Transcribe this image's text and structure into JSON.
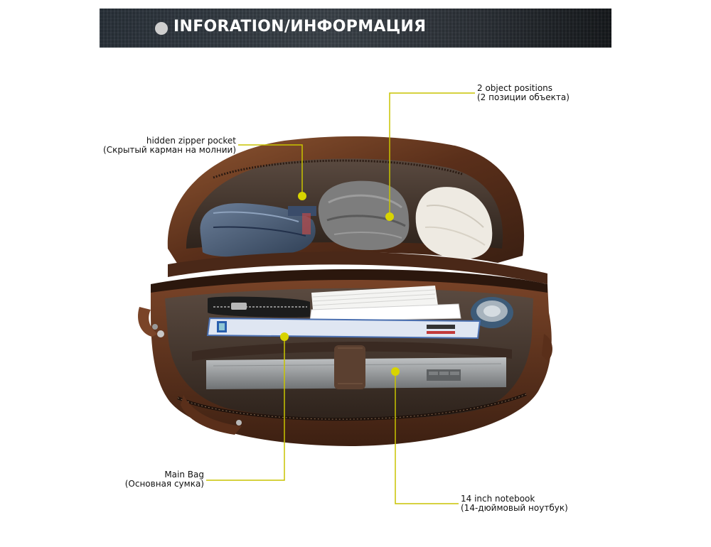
{
  "header": {
    "title": "INFORATION/ИНФОРМАЦИЯ"
  },
  "callouts": {
    "object_positions": {
      "line1": "2 object positions",
      "line2": "(2 позиции объекта)"
    },
    "hidden_pocket": {
      "line1": "hidden zipper pocket",
      "line2": "(Скрытый карман на молнии)"
    },
    "main_bag": {
      "line1": "Main Bag",
      "line2": "(Основная сумка)"
    },
    "notebook": {
      "line1": "14 inch notebook",
      "line2": "(14-дюймовый ноутбук)"
    }
  },
  "colors": {
    "leader": "#c8c400",
    "leather_dark": "#3a1f12",
    "leather_mid": "#6b3a20",
    "leather_light": "#8e5632",
    "lining": "#4a3a30"
  }
}
